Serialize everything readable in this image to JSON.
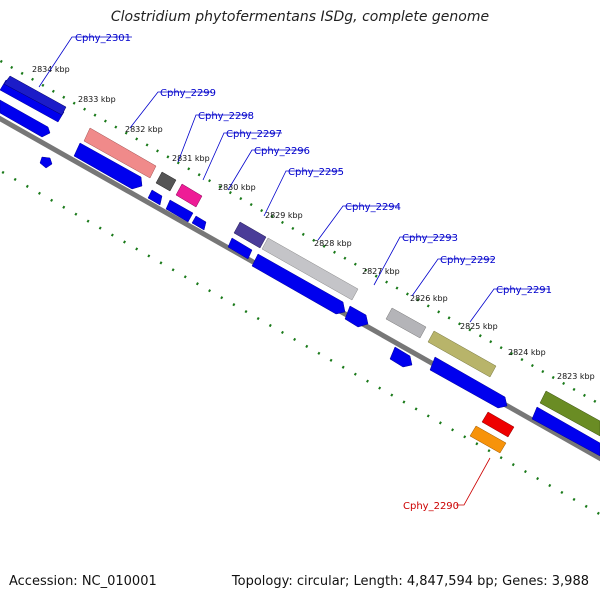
{
  "title": "Clostridium phytofermentans ISDg, complete genome",
  "footer": {
    "accession": "Accession: NC_010001",
    "summary": "Topology: circular; Length: 4,847,594 bp; Genes: 3,988"
  },
  "scale_marks": [
    "2834 kbp",
    "2833 kbp",
    "2832 kbp",
    "2831 kbp",
    "2830 kbp",
    "2829 kbp",
    "2828 kbp",
    "2827 kbp",
    "2826 kbp",
    "2825 kbp",
    "2824 kbp",
    "2823 kbp"
  ],
  "gene_labels": [
    "Cphy_2301",
    "Cphy_2299",
    "Cphy_2298",
    "Cphy_2297",
    "Cphy_2296",
    "Cphy_2295",
    "Cphy_2294",
    "Cphy_2293",
    "Cphy_2292",
    "Cphy_2291",
    "Cphy_2290"
  ],
  "colors": {
    "forward_label": "#0000cc",
    "reverse_label": "#cc0000",
    "cds": "#0000ee",
    "backbone": "#777777",
    "ticks": "#1a7a1a"
  }
}
